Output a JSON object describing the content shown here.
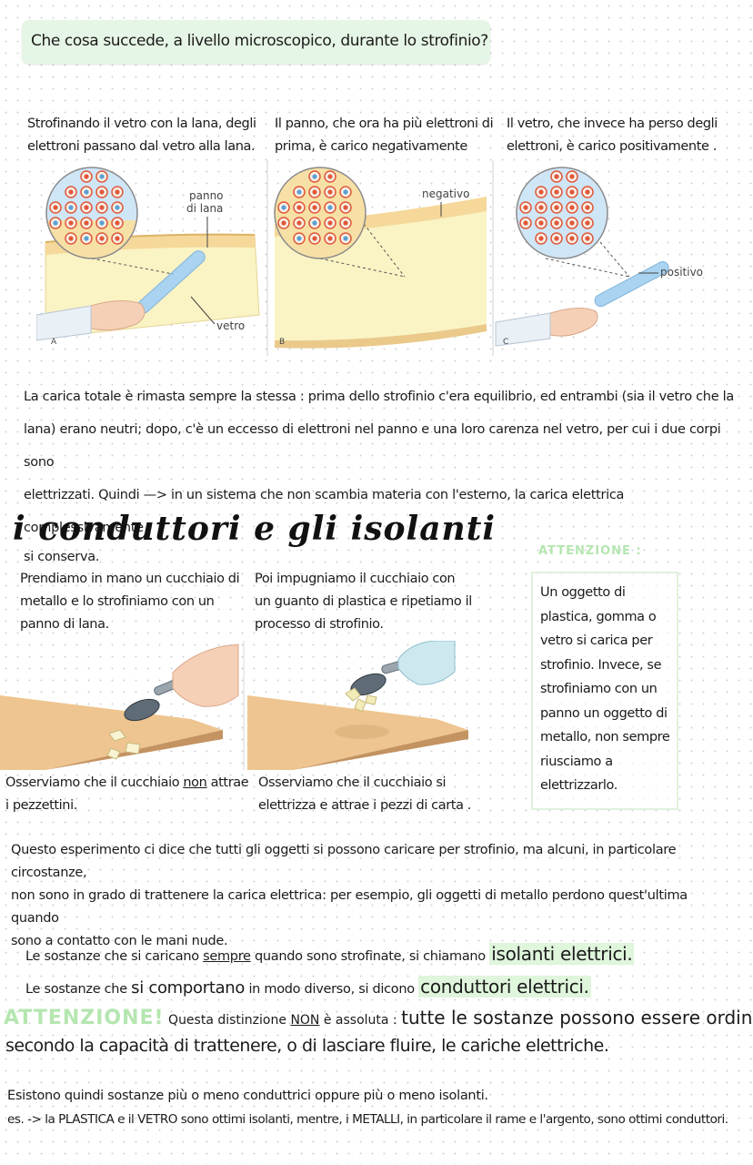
{
  "header": {
    "question": "Che cosa succede, a livello microscopico, durante lo strofinio?"
  },
  "figure1": {
    "caption_a": [
      "Strofinando il vetro con la lana, degli",
      "elettroni passano dal vetro alla lana."
    ],
    "caption_b": [
      "Il panno, che ora ha più elettroni di",
      "prima, è carico negativamente"
    ],
    "caption_c": [
      "Il vetro, che invece ha perso degli",
      "elettroni, è carico positivamente ."
    ],
    "label_panno": "panno",
    "label_lana": "di lana",
    "label_vetro": "vetro",
    "label_negativo": "negativo",
    "label_positivo": "positivo",
    "letter_a": "A",
    "letter_b": "B",
    "letter_c": "C"
  },
  "paragraph1": {
    "lines": [
      "La carica totale è rimasta sempre la stessa : prima dello strofinio c'era equilibrio, ed entrambi (sia il vetro che la",
      "lana) erano neutri; dopo, c'è un eccesso di elettroni nel panno e una loro carenza nel vetro, per cui i due corpi sono",
      "elettrizzati. Quindi —> in un sistema che non scambia materia con l'esterno, la carica elettrica complessivamente",
      "si conserva."
    ]
  },
  "section": {
    "heading": "i conduttori e gli isolanti",
    "attention_small": "ATTENZIONE :"
  },
  "experiment": {
    "left_caption": [
      "Prendiamo in mano un cucchiaio di",
      "metallo e lo strofiniamo con un",
      "panno di lana."
    ],
    "right_caption": [
      "Poi impugniamo il cucchiaio con",
      "un guanto di plastica e ripetiamo il",
      "processo di strofinio."
    ],
    "left_obs_pre": "Osserviamo che il cucchiaio ",
    "left_obs_non": "non",
    "left_obs_post": " attrae",
    "left_obs_line2": "i pezzettini.",
    "right_obs": [
      "Osserviamo che il cucchiaio si",
      "elettrizza e attrae i pezzi di carta ."
    ]
  },
  "note": {
    "lines": [
      "Un oggetto di",
      "plastica, gomma o",
      "vetro si carica per",
      "strofinio. Invece, se",
      "strofiniamo con un",
      "panno un oggetto di",
      "metallo, non sempre",
      "riusciamo a",
      "elettrizzarlo."
    ]
  },
  "paragraph2": {
    "lines": [
      "Questo esperimento ci dice che tutti gli oggetti si possono caricare per strofinio, ma alcuni, in particolare circostanze,",
      "non sono in grado di trattenere la carica elettrica: per esempio, gli oggetti di metallo perdono quest'ultima quando",
      "sono a contatto con le mani nude."
    ]
  },
  "definitions": {
    "isolanti_pre": "Le sostanze che si caricano ",
    "isolanti_sempre": "sempre",
    "isolanti_mid": " quando sono strofinate, si chiamano ",
    "isolanti_term": "isolanti elettrici.",
    "conduttori_pre": "Le sostanze che ",
    "conduttori_big": "si comportano",
    "conduttori_mid": " in modo diverso, si dicono ",
    "conduttori_term": "conduttori elettrici."
  },
  "attention": {
    "label": "ATTENZIONE!",
    "pre": " Questa distinzione ",
    "non": "NON",
    "post": " è assoluta : ",
    "big_line1": "tutte le sostanze possono essere ordinate",
    "big_line2": "secondo la capacità di trattenere, o di lasciare fluire, le cariche elettriche."
  },
  "conclusion": {
    "line1": "Esistono quindi sostanze più o meno conduttrici oppure più o meno isolanti.",
    "line2": "es. -> la PLASTICA e il VETRO sono ottimi isolanti, mentre, i METALLI, in particolare il rame e l'argento, sono ottimi conduttori."
  },
  "colors": {
    "highlight_green": "#dff5dc",
    "title_box": "#e6f6e6",
    "attention_green": "#b5e6b0",
    "wool": "#f5d89a",
    "glass": "#a9d3f0",
    "electron_red": "#e0573a",
    "electron_blue": "#5a9fd4"
  }
}
